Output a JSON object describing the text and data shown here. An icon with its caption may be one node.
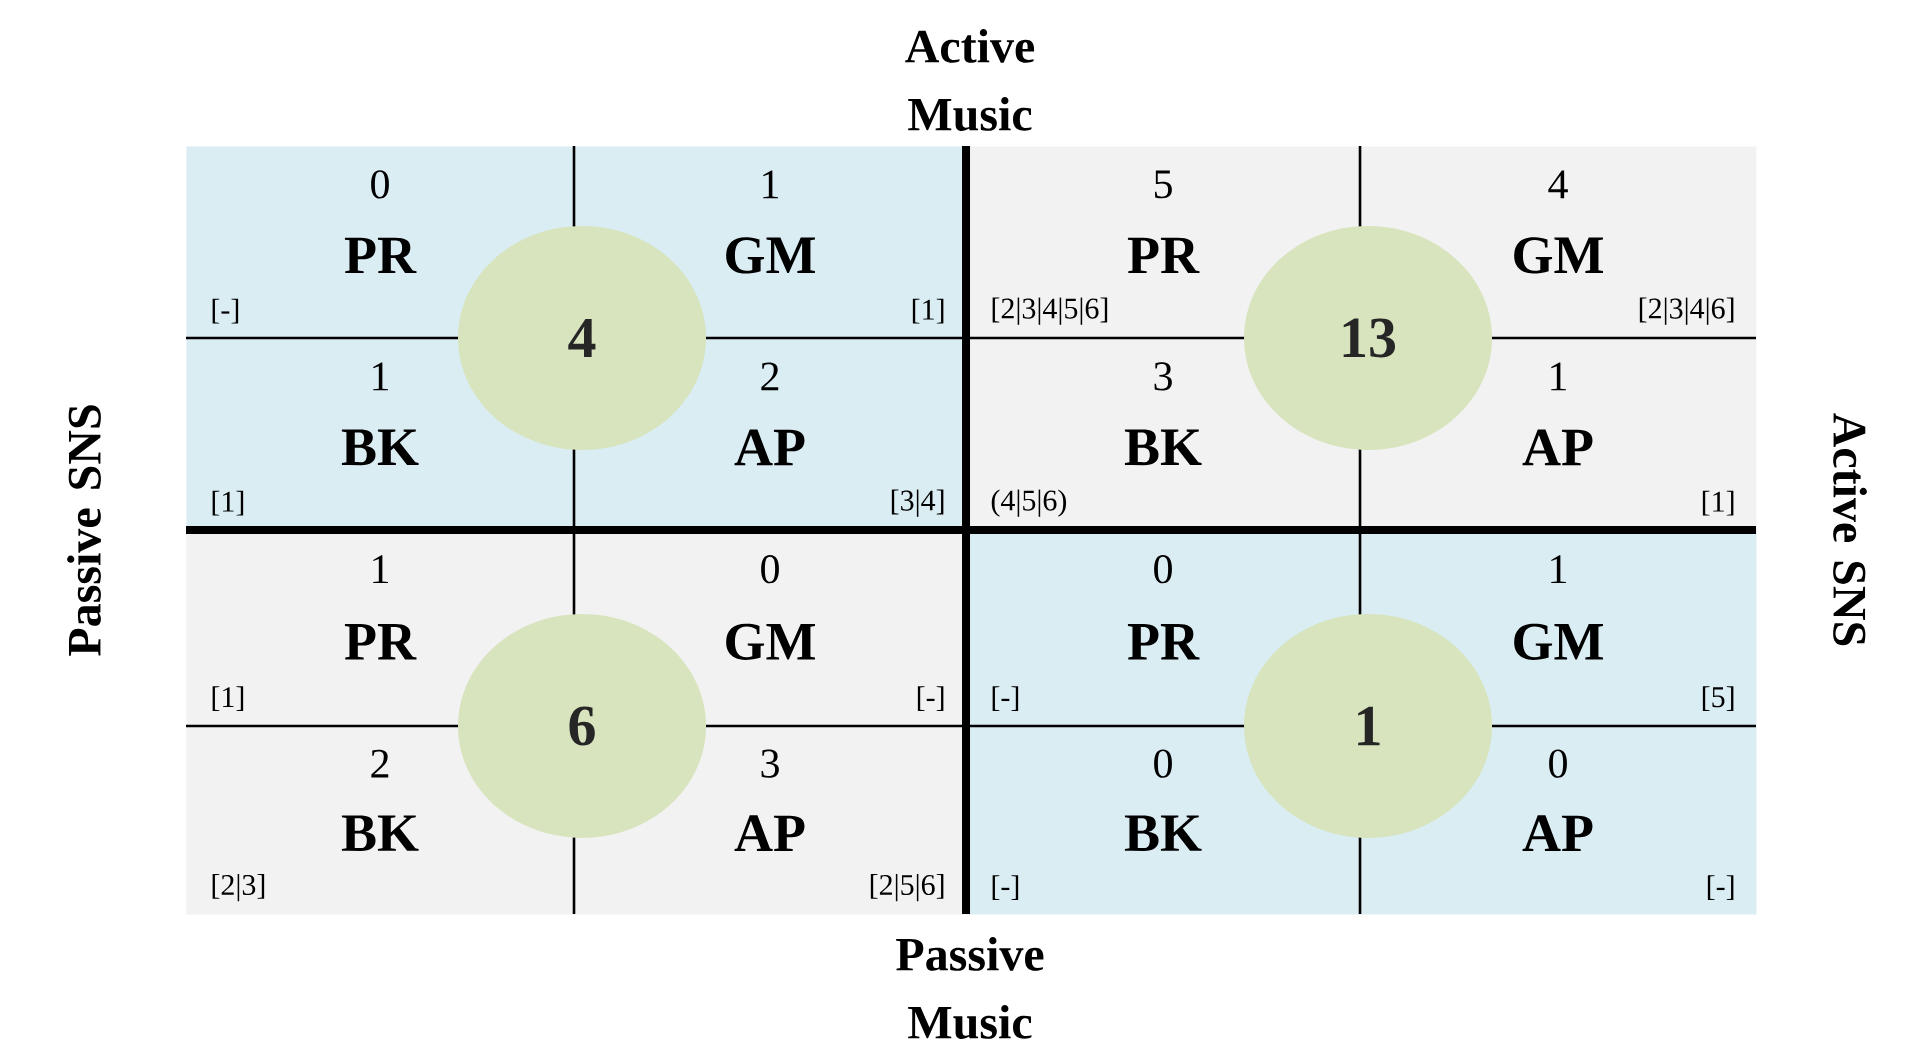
{
  "diagram": {
    "nodes": [
      {
        "text": [],
        "shape": "box"
      },
      {
        "text": [
          "0",
          "PR",
          "[-]"
        ],
        "in": 0
      },
      {
        "text": [
          "1",
          "GM",
          "[1]"
        ],
        "in": 0
      },
      {
        "text": [
          "1",
          "BK",
          "[1]"
        ],
        "in": 0
      },
      {
        "text": [
          "2",
          "AP",
          "[3|4]"
        ],
        "in": 0
      },
      {
        "text": [
          "4"
        ],
        "in": 0
      },
      {
        "text": [],
        "shape": "box"
      },
      {
        "text": [
          "5",
          "PR",
          "[2|3|4|5|6]"
        ],
        "in": 6
      },
      {
        "text": [
          "4",
          "GM",
          "[2|3|4|6]"
        ],
        "in": 6
      },
      {
        "text": [
          "3",
          "BK",
          "(4|5|6)"
        ],
        "in": 6
      },
      {
        "text": [
          "1",
          "AP",
          "[1]"
        ],
        "in": 6
      },
      {
        "text": [
          "13"
        ],
        "in": 6
      },
      {
        "text": [],
        "shape": "box"
      },
      {
        "text": [
          "1",
          "PR",
          "[1]"
        ],
        "in": 12
      },
      {
        "text": [
          "0",
          "GM",
          "[-]"
        ],
        "in": 12
      },
      {
        "text": [
          "2",
          "BK",
          "[2|3]"
        ],
        "in": 12
      },
      {
        "text": [
          "3",
          "AP",
          "[2|5|6]"
        ],
        "in": 12
      },
      {
        "text": [
          "6"
        ],
        "in": 12
      },
      {
        "text": [],
        "shape": "box"
      },
      {
        "text": [
          "0",
          "PR",
          "[-]"
        ],
        "in": 18
      },
      {
        "text": [
          "1",
          "GM",
          "[5]"
        ],
        "in": 18
      },
      {
        "text": [
          "0",
          "BK",
          "[-]"
        ],
        "in": 18
      },
      {
        "text": [
          "0",
          "AP",
          "[-]"
        ],
        "in": 18
      },
      {
        "text": [
          "1"
        ],
        "in": 18
      }
    ],
    "labels": [
      "Active Music",
      "Passive SNS",
      "Active SNS",
      "Passive Music"
    ]
  }
}
